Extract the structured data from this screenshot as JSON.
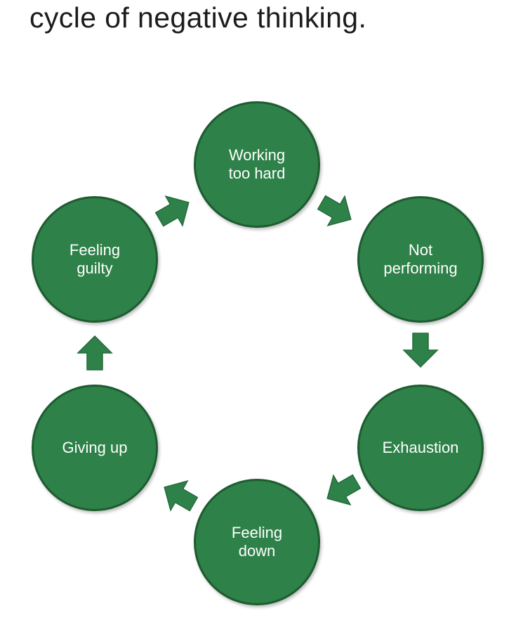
{
  "heading": "cycle of negative thinking.",
  "cycle": {
    "nodes": [
      {
        "id": "working-too-hard",
        "label": "Working\ntoo hard"
      },
      {
        "id": "not-performing",
        "label": "Not\nperforming"
      },
      {
        "id": "exhaustion",
        "label": "Exhaustion"
      },
      {
        "id": "feeling-down",
        "label": "Feeling\ndown"
      },
      {
        "id": "giving-up",
        "label": "Giving up"
      },
      {
        "id": "feeling-guilty",
        "label": "Feeling\nguilty"
      }
    ],
    "arrow_direction": "clockwise",
    "colors": {
      "node_fill": "#2e8148",
      "node_border": "#1d5c30",
      "arrow_fill": "#2e8148",
      "label_text": "#ffffff"
    }
  }
}
